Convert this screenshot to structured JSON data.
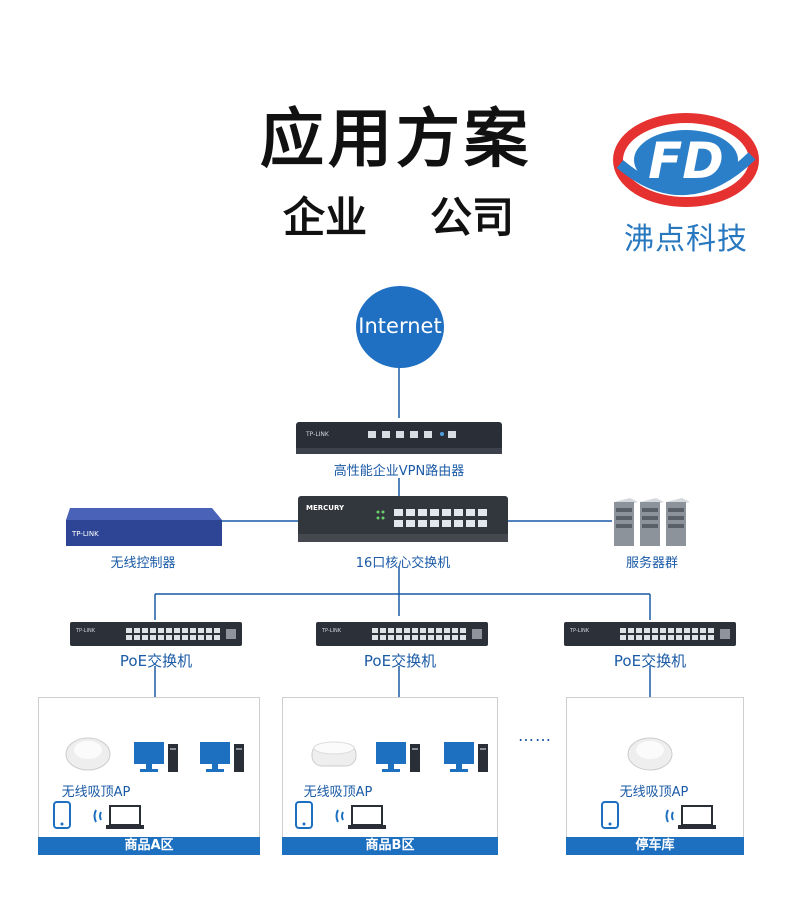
{
  "header": {
    "title": "应用方案",
    "sub_left": "企业",
    "sub_right": "公司"
  },
  "brand": {
    "logo_letters": "FD",
    "name": "沸点科技",
    "colors": {
      "red": "#e5312f",
      "blue": "#2a7fc8"
    }
  },
  "network": {
    "internet": "Internet",
    "router": {
      "brand": "TP-LINK",
      "label": "高性能企业VPN路由器"
    },
    "core_switch": {
      "brand": "MERCURY",
      "label": "16口核心交换机"
    },
    "wireless_controller": {
      "brand": "TP-LINK",
      "label": "无线控制器"
    },
    "server_farm": {
      "label": "服务器群"
    },
    "poe_switches": [
      {
        "brand": "TP-LINK",
        "label": "PoE交换机"
      },
      {
        "brand": "TP-LINK",
        "label": "PoE交换机"
      },
      {
        "brand": "TP-LINK",
        "label": "PoE交换机"
      }
    ],
    "zones": [
      {
        "ap_label": "无线吸顶AP",
        "title": "商品A区"
      },
      {
        "ap_label": "无线吸顶AP",
        "title": "商品B区"
      },
      {
        "ap_label": "无线吸顶AP",
        "title": "停车库"
      }
    ],
    "ellipsis": "……",
    "line_color": "#1a5aa6",
    "accent_color": "#1d6fc0"
  }
}
